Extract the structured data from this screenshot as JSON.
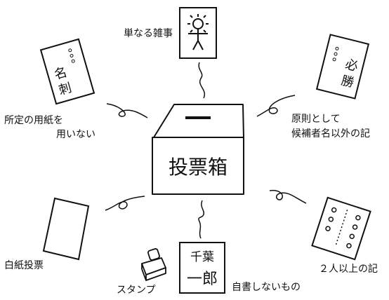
{
  "center": {
    "label": "投票箱"
  },
  "items": [
    {
      "id": "misc",
      "label": "単なる雑事"
    },
    {
      "id": "namecard",
      "label_lines": [
        "所定の用紙を",
        "用いない"
      ],
      "card_text": "名刺"
    },
    {
      "id": "certain",
      "label_lines": [
        "原則として",
        "候補者名以外の記"
      ],
      "card_text": "必勝"
    },
    {
      "id": "blank",
      "label": "白紙投票"
    },
    {
      "id": "multiple",
      "label": "２人以上の記"
    },
    {
      "id": "stamp",
      "label": "スタンプ"
    },
    {
      "id": "self",
      "label": "自書しないもの",
      "card_lines": [
        "千葉",
        "一郎"
      ]
    }
  ],
  "icons": [
    "ballot-box-icon",
    "stick-figure-icon",
    "name-card-icon",
    "victory-card-icon",
    "blank-paper-icon",
    "multiple-names-card-icon",
    "stamp-icon",
    "printed-name-card-icon"
  ]
}
